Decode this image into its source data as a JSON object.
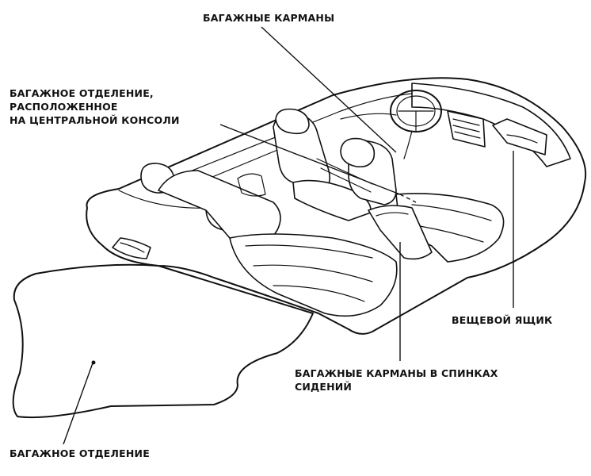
{
  "labels": {
    "cargo_pockets": "БАГАЖНЫЕ КАРМАНЫ",
    "console_compartment": [
      "БАГАЖНОЕ ОТДЕЛЕНИЕ,",
      "РАСПОЛОЖЕННОЕ",
      "НА ЦЕНТРАЛЬНОЙ КОНСОЛИ"
    ],
    "glove_box": "ВЕЩЕВОЙ ЯЩИК",
    "seatback_pockets": [
      "БАГАЖНЫЕ КАРМАНЫ В СПИНКАХ",
      "СИДЕНИЙ"
    ],
    "trunk": "БАГАЖНОЕ ОТДЕЛЕНИЕ"
  },
  "colors": {
    "ink": "#111111",
    "paper": "#ffffff"
  }
}
